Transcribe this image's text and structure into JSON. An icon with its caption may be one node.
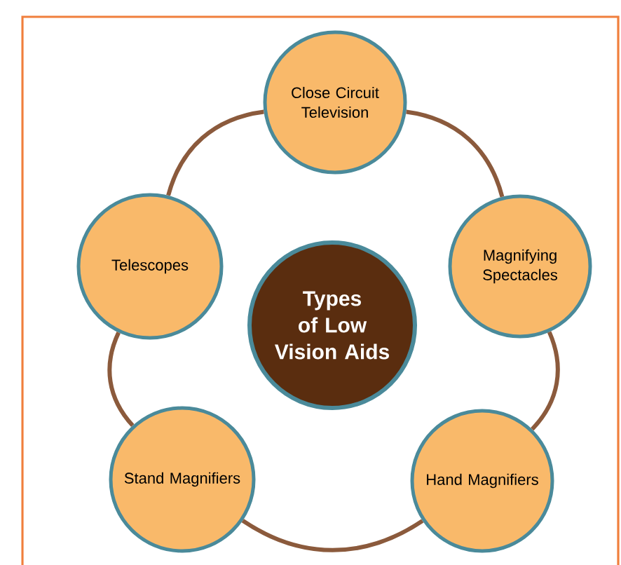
{
  "diagram": {
    "nodes": [
      {
        "text": [
          "Types of Low Vision Aids"
        ]
      },
      {
        "text": [
          "Close Circuit Television"
        ]
      },
      {
        "text": [
          "Magnifying Spectacles"
        ]
      },
      {
        "text": [
          "Hand Magnifiers"
        ]
      },
      {
        "text": [
          "Stand Magnifiers"
        ]
      },
      {
        "text": [
          "Telescopes"
        ]
      }
    ],
    "edges": [
      {
        "from": 1,
        "to": 2,
        "arrow": "none"
      },
      {
        "from": 2,
        "to": 3,
        "arrow": "none"
      },
      {
        "from": 3,
        "to": 4,
        "arrow": "none"
      },
      {
        "from": 4,
        "to": 5,
        "arrow": "none"
      },
      {
        "from": 5,
        "to": 1,
        "arrow": "none"
      }
    ]
  }
}
